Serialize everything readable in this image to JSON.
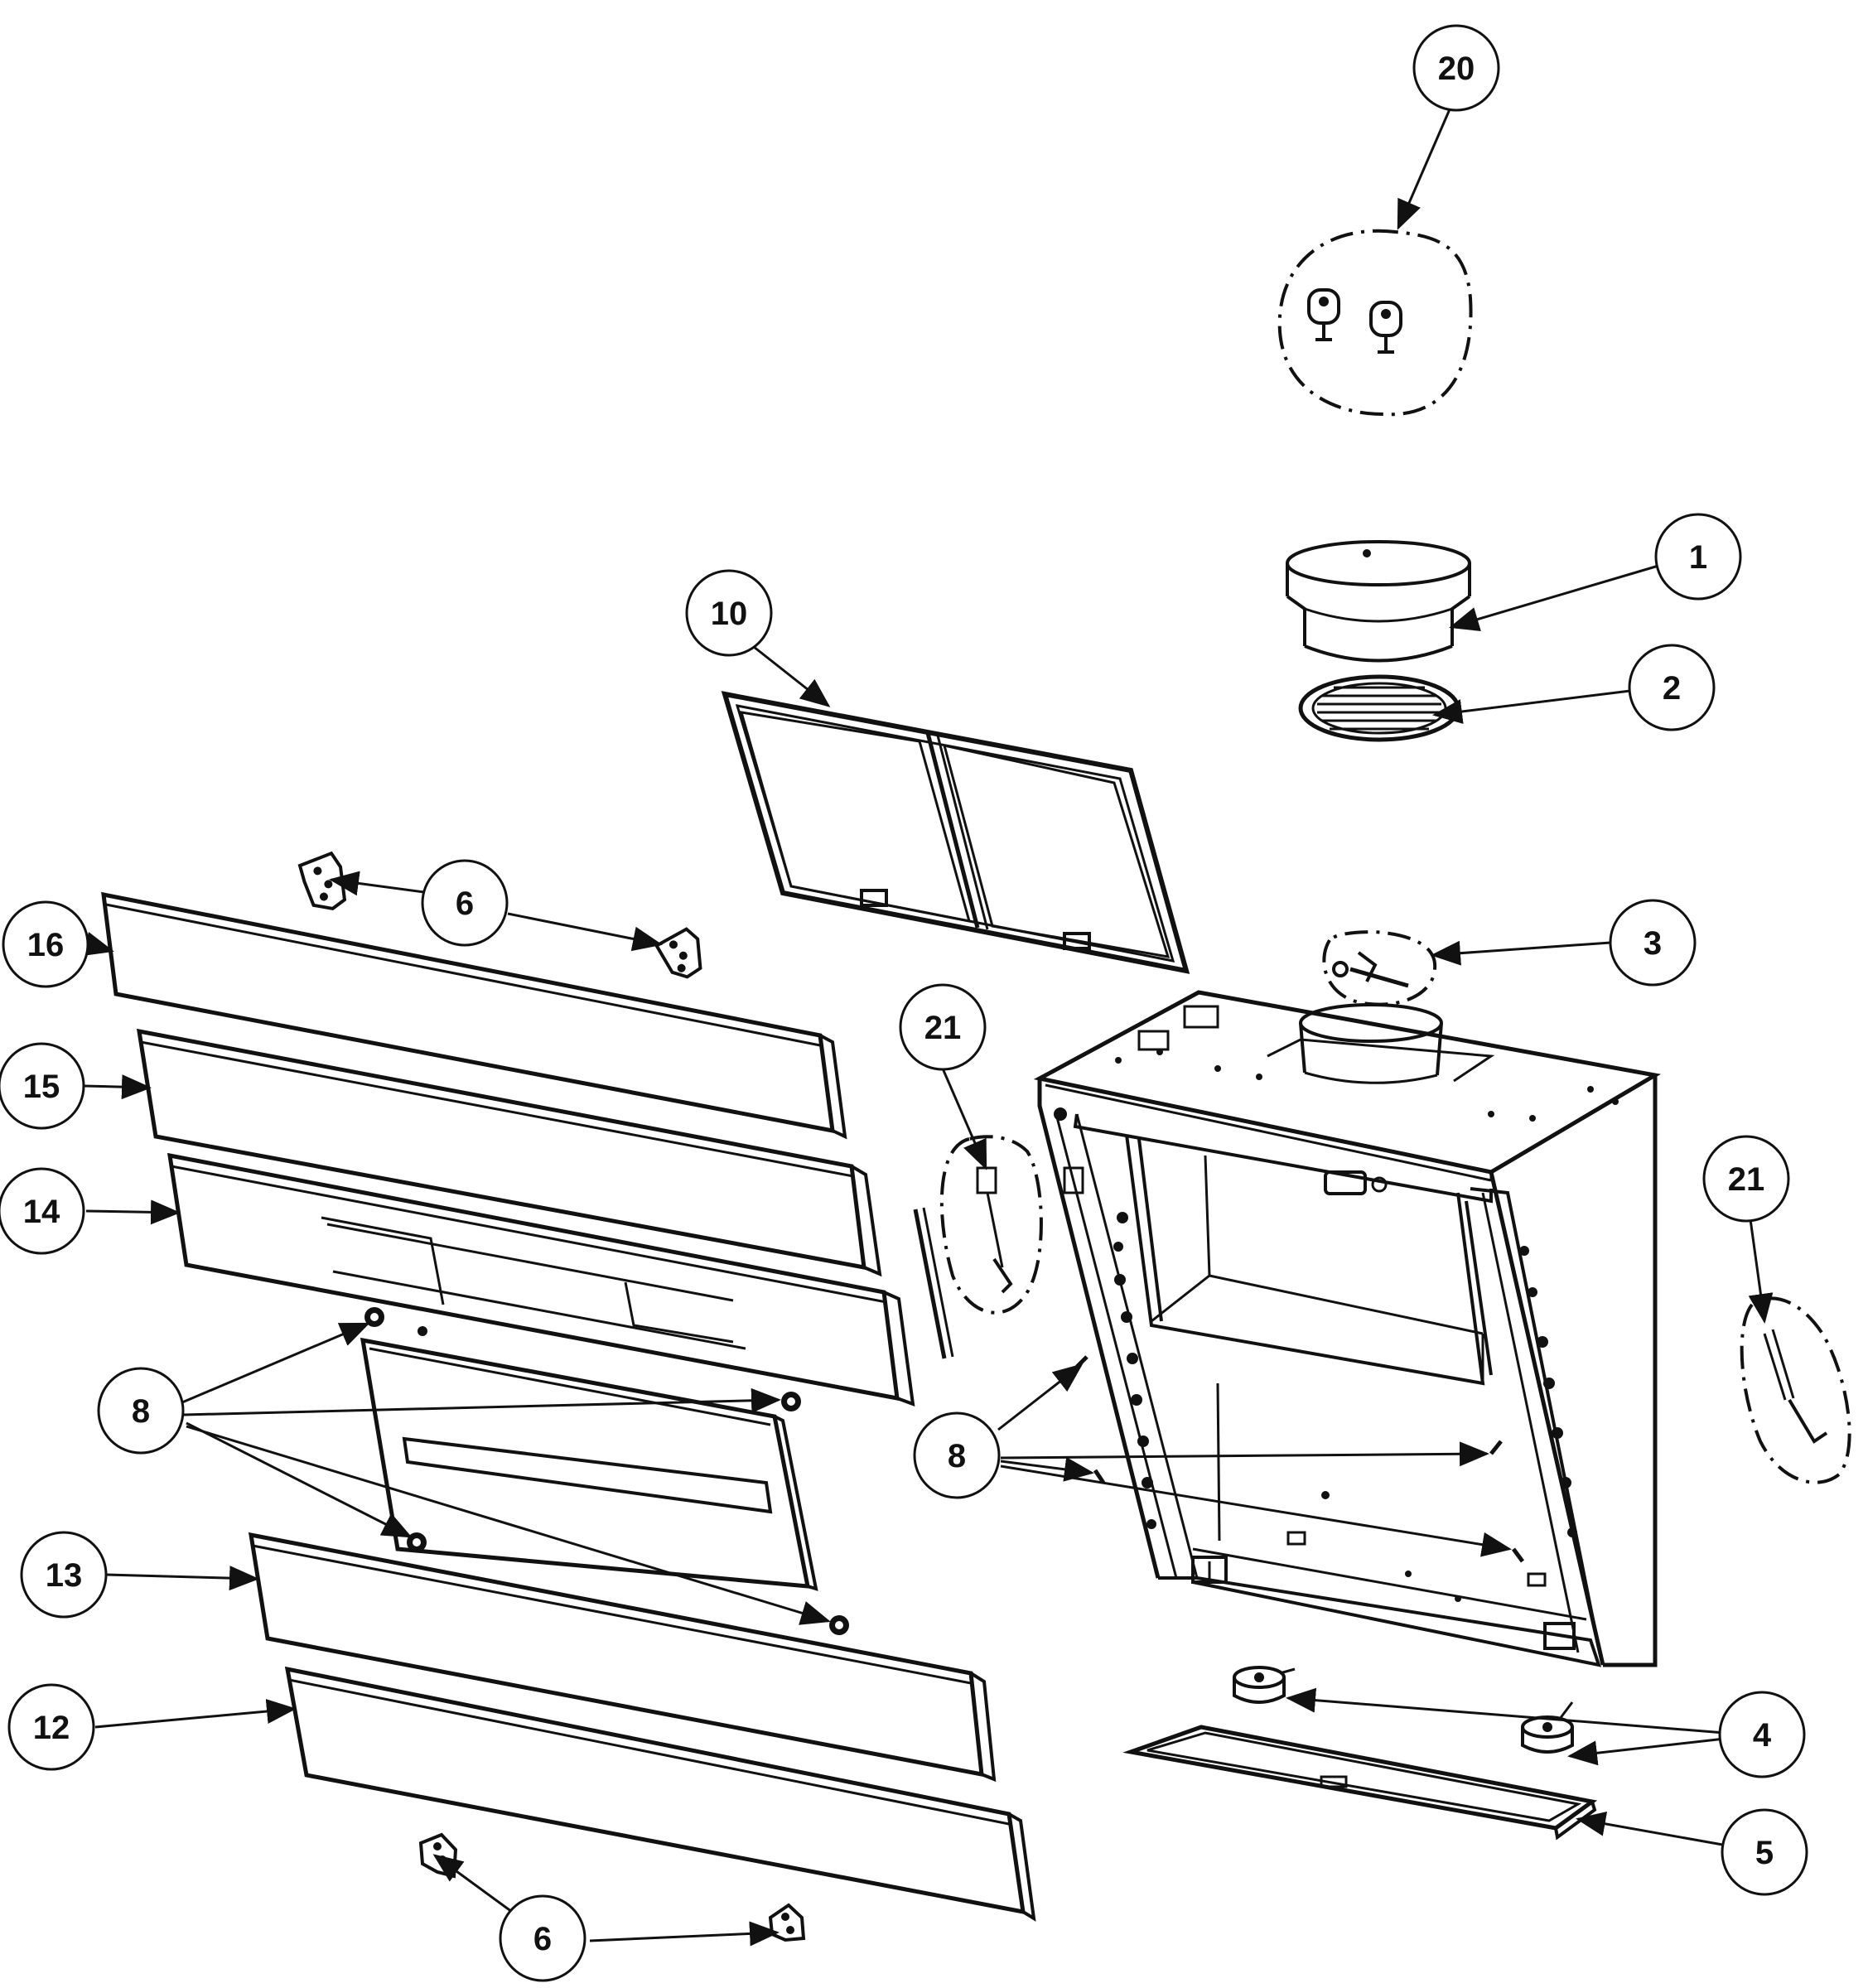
{
  "callouts": [
    {
      "id": "c20",
      "label": "20"
    },
    {
      "id": "c1",
      "label": "1"
    },
    {
      "id": "c2",
      "label": "2"
    },
    {
      "id": "c10",
      "label": "10"
    },
    {
      "id": "c3",
      "label": "3"
    },
    {
      "id": "c6a",
      "label": "6"
    },
    {
      "id": "c16",
      "label": "16"
    },
    {
      "id": "c15",
      "label": "15"
    },
    {
      "id": "c14",
      "label": "14"
    },
    {
      "id": "c21a",
      "label": "21"
    },
    {
      "id": "c21b",
      "label": "21"
    },
    {
      "id": "c8a",
      "label": "8"
    },
    {
      "id": "c8b",
      "label": "8"
    },
    {
      "id": "c13",
      "label": "13"
    },
    {
      "id": "c12",
      "label": "12"
    },
    {
      "id": "c4",
      "label": "4"
    },
    {
      "id": "c5",
      "label": "5"
    },
    {
      "id": "c6b",
      "label": "6"
    }
  ]
}
